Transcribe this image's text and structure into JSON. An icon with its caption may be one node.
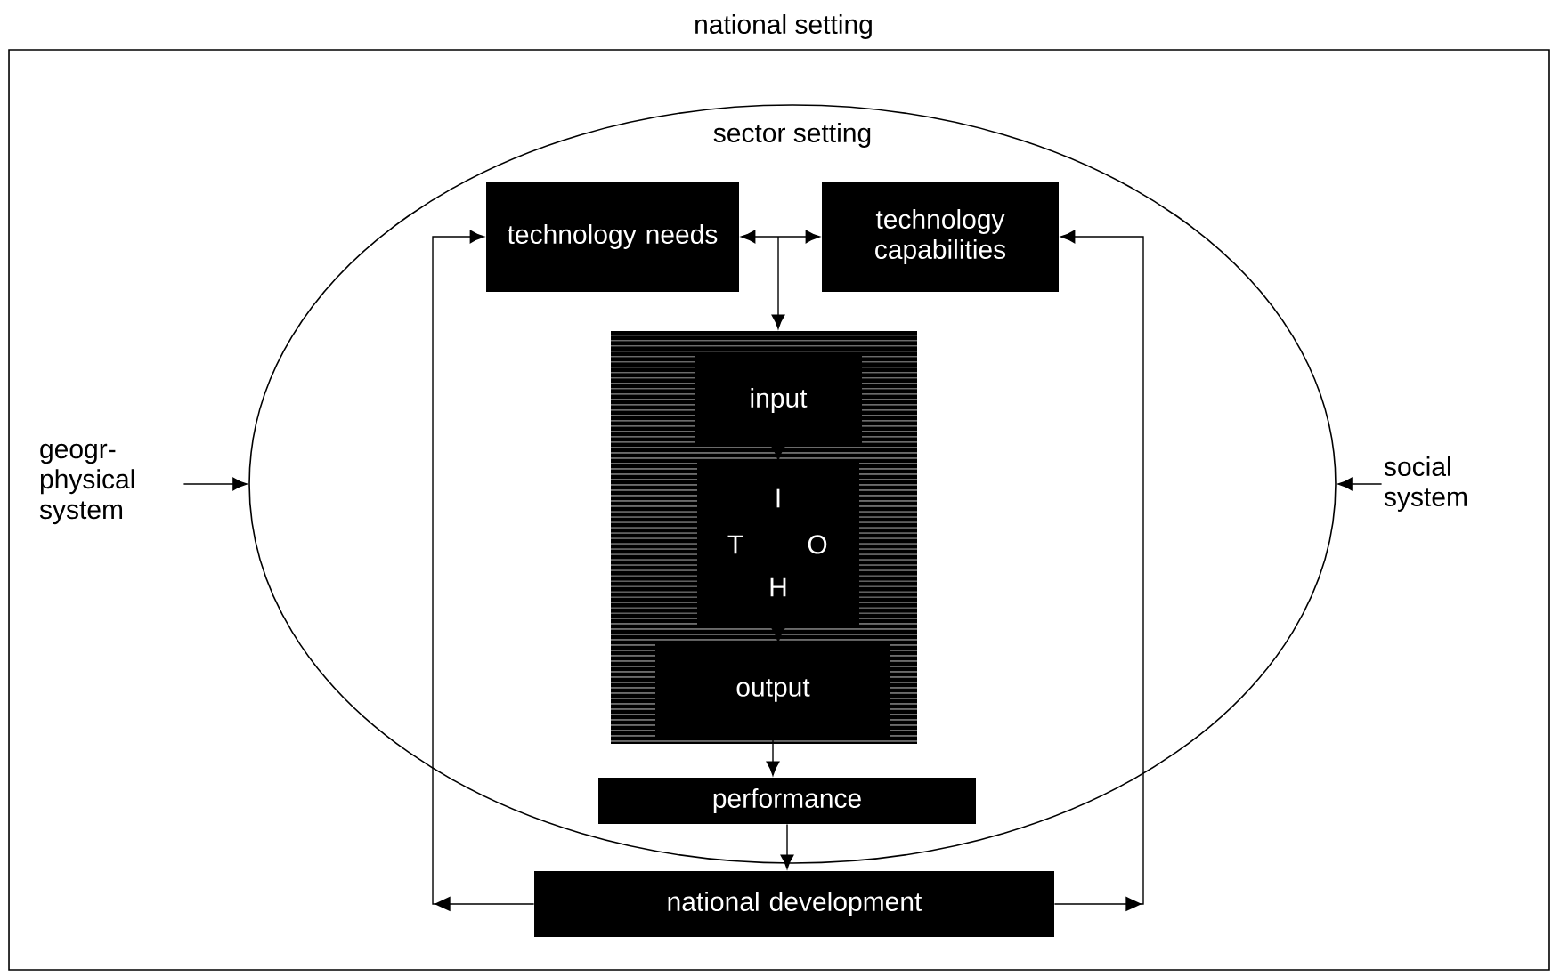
{
  "diagram": {
    "nodes": [
      {
        "text": [
          "national setting"
        ]
      },
      {
        "text": [
          "sector setting"
        ],
        "in": 0
      },
      {
        "text": [
          "technology needs"
        ],
        "in": 1
      },
      {
        "text": [
          "technology capabilities"
        ],
        "in": 1
      },
      {
        "text": [],
        "shape": "box",
        "in": 1
      },
      {
        "text": [
          "input"
        ],
        "in": 4
      },
      {
        "text": [
          "I",
          "T",
          "O",
          "H"
        ],
        "in": 4
      },
      {
        "text": [
          "output"
        ],
        "in": 4
      },
      {
        "text": [
          "performance"
        ],
        "in": 1
      },
      {
        "text": [
          "national development"
        ],
        "in": 0
      },
      {
        "text": [
          "geogr- physical system"
        ],
        "in": 0
      },
      {
        "text": [
          "social system"
        ],
        "in": 0
      }
    ],
    "edges": [
      {
        "from": 2,
        "to": 3,
        "arrow": "both"
      },
      {
        "from": null,
        "to": 4,
        "arrow": "to"
      },
      {
        "from": 5,
        "to": 6,
        "arrow": "to"
      },
      {
        "from": 6,
        "to": 7,
        "arrow": "to"
      },
      {
        "from": 7,
        "to": 8,
        "arrow": "to"
      },
      {
        "from": 8,
        "to": 9,
        "arrow": "to"
      },
      {
        "from": 9,
        "to": 2,
        "arrow": "to"
      },
      {
        "from": 9,
        "to": 3,
        "arrow": "to"
      },
      {
        "from": 10,
        "to": 1,
        "arrow": "to"
      },
      {
        "from": 11,
        "to": 1,
        "arrow": "to"
      }
    ]
  }
}
